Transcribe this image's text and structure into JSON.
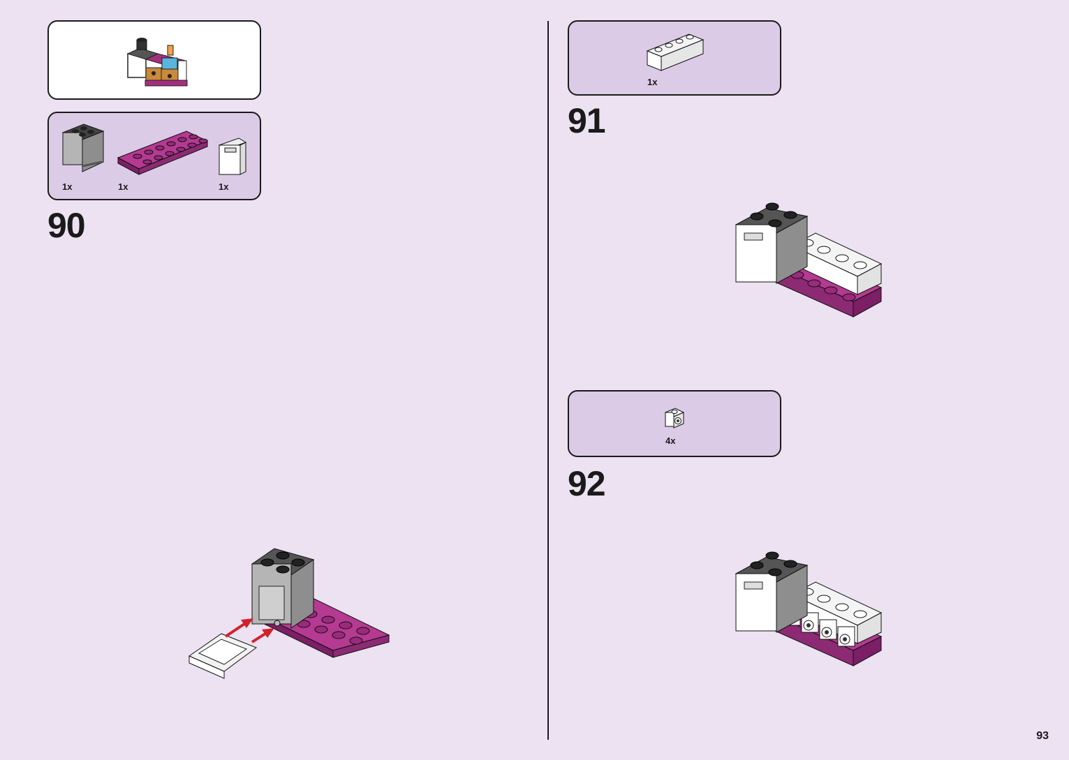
{
  "page_number": "93",
  "left_page": {
    "submodel_preview": {},
    "step": {
      "number": "90",
      "parts": [
        {
          "name": "gray-cabinet-2x2",
          "qty": "1x"
        },
        {
          "name": "magenta-plate-2x6",
          "qty": "1x"
        },
        {
          "name": "white-door-panel",
          "qty": "1x"
        }
      ]
    }
  },
  "right_page": {
    "steps": [
      {
        "number": "91",
        "parts": [
          {
            "name": "white-brick-1x4",
            "qty": "1x"
          }
        ]
      },
      {
        "number": "92",
        "parts": [
          {
            "name": "white-bracket-with-round-knob",
            "qty": "4x"
          }
        ]
      }
    ]
  },
  "colors": {
    "background": "#ece2f1",
    "parts_box": "#dccbe6",
    "magenta": "#a3307f",
    "gray": "#a9a9a9",
    "red_arrow": "#d4202a"
  }
}
